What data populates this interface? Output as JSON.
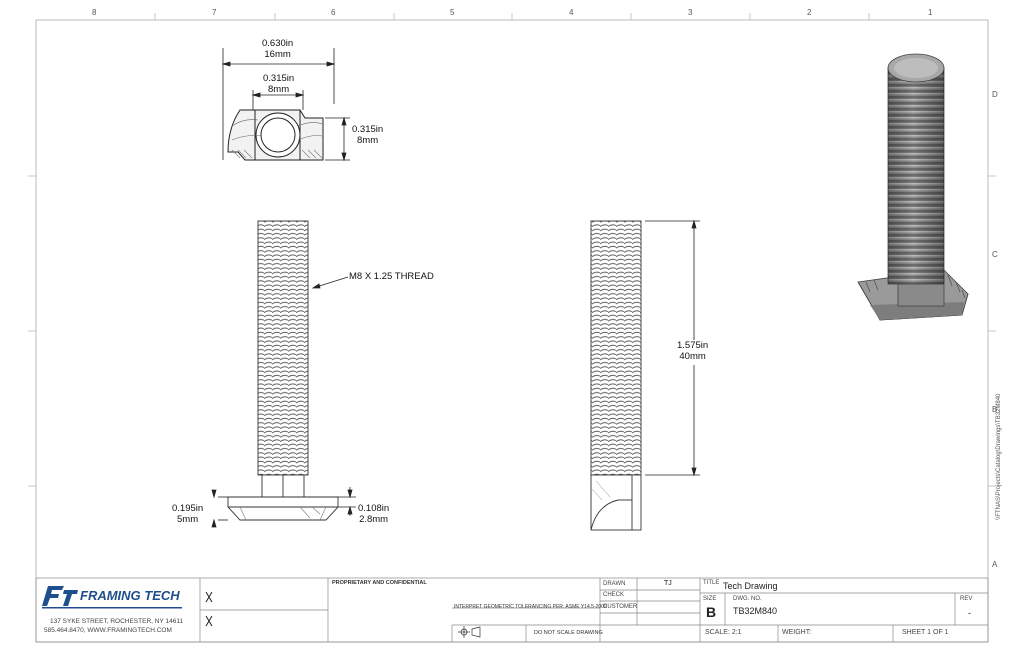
{
  "zones": {
    "top": [
      "8",
      "7",
      "6",
      "5",
      "4",
      "3",
      "2",
      "1"
    ],
    "right": [
      "D",
      "C",
      "B",
      "A"
    ]
  },
  "top_view": {
    "overall_width": [
      "0.630in",
      "16mm"
    ],
    "slot_width": [
      "0.315in",
      "8mm"
    ],
    "height": [
      "0.315in",
      "8mm"
    ]
  },
  "front_view": {
    "thread_note": "M8 X 1.25 THREAD",
    "head_height": [
      "0.195in",
      "5mm"
    ],
    "flange_height": [
      "0.108in",
      "2.8mm"
    ]
  },
  "side_view": {
    "length": [
      "1.575in",
      "40mm"
    ]
  },
  "title_block": {
    "company": "FRAMING TECH",
    "logo_mark": "FT",
    "address_line1": "137 SYKE STREET, ROCHESTER, NY 14611",
    "address_line2": "585.464.8470, WWW.FRAMINGTECH.COM",
    "proprietary_heading": "PROPRIETARY AND CONFIDENTIAL",
    "notes_middle": "INTERPRET GEOMETRIC TOLERANCING PER: ASME Y14.5-2009",
    "do_not_scale": "DO NOT SCALE DRAWING",
    "title": "Tech Drawing",
    "size_label": "SIZE",
    "size": "B",
    "dwg_no_label": "DWG. NO.",
    "dwg_no": "TB32M840",
    "rev_label": "REV",
    "rev": "-",
    "scale": "SCALE: 2:1",
    "weight": "WEIGHT:",
    "sheet": "SHEET 1 OF 1",
    "drawn_label": "DRAWN",
    "drawn_by": "TJ",
    "check_label": "CHECK",
    "customer_label": "CUSTOMER",
    "title_label": "TITLE"
  },
  "side_path": "\\\\FTNAS\\Projects\\Catalog\\Drawings\\TB32M840"
}
